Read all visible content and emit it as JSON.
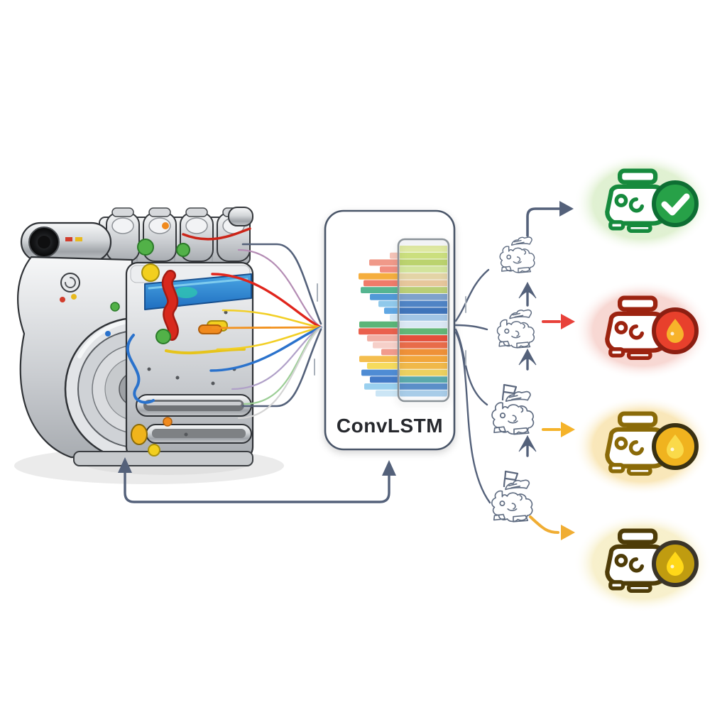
{
  "model_box": {
    "label": "ConvLSTM",
    "border_color": "#4a5568"
  },
  "engine_input": {
    "name": "diesel-engine-illustration",
    "sensor_lines": [
      {
        "color": "#b48cb4",
        "width": 2.2,
        "from": [
          336,
          352
        ]
      },
      {
        "color": "#e0251c",
        "width": 3.4,
        "from": [
          299,
          386
        ]
      },
      {
        "color": "#f2cf25",
        "width": 2.6,
        "from": [
          314,
          437
        ]
      },
      {
        "color": "#f2921e",
        "width": 2.8,
        "from": [
          299,
          462
        ]
      },
      {
        "color": "#f2cf25",
        "width": 2.6,
        "from": [
          306,
          492
        ]
      },
      {
        "color": "#2a72cc",
        "width": 3.4,
        "from": [
          297,
          522
        ]
      },
      {
        "color": "#b0a0c8",
        "width": 2.2,
        "from": [
          327,
          548
        ]
      },
      {
        "color": "#9cce96",
        "width": 2.2,
        "from": [
          344,
          569
        ]
      },
      {
        "color": "#d4d4d4",
        "width": 2.2,
        "from": [
          336,
          589
        ]
      }
    ]
  },
  "pipeline": {
    "connector_color": "#54617a",
    "sequence_steps": 4
  },
  "feature_map": {
    "panel_border": "#8a9298",
    "rows": [
      {
        "outer": null,
        "start": 0,
        "inner": "#dfe9a2"
      },
      {
        "outer": "#f4bdb0",
        "start": 549,
        "inner": "#cbdf7e"
      },
      {
        "outer": "#ef8f7d",
        "start": 520,
        "inner": "#bbd36e"
      },
      {
        "outer": "#f08273",
        "start": 535,
        "inner": "#d2e49c"
      },
      {
        "outer": "#f5a62a",
        "start": 505,
        "inner": "#e3d4a6"
      },
      {
        "outer": "#ee6d5a",
        "start": 512,
        "inner": "#e7c79c"
      },
      {
        "outer": "#43ad86",
        "start": 508,
        "inner": "#bace76"
      },
      {
        "outer": "#3f8fd3",
        "start": 521,
        "inner": "#7fa2cb"
      },
      {
        "outer": "#85c4e9",
        "start": 533,
        "inner": "#5084c5"
      },
      {
        "outer": "#4f9ee0",
        "start": 541,
        "inner": "#3f74ba"
      },
      {
        "outer": "#cfe6f4",
        "start": 549,
        "inner": "#a2c5e5"
      },
      {
        "outer": "#4aae6a",
        "start": 506,
        "inner": "#dbe8f4"
      },
      {
        "outer": "#e84f3a",
        "start": 505,
        "inner": "#63b677"
      },
      {
        "outer": "#f0a89c",
        "start": 517,
        "inner": "#e4503c"
      },
      {
        "outer": "#f6ccc4",
        "start": 525,
        "inner": "#e86c4a"
      },
      {
        "outer": "#f09180",
        "start": 537,
        "inner": "#ef9138"
      },
      {
        "outer": "#f3b83c",
        "start": 506,
        "inner": "#f2a63c"
      },
      {
        "outer": "#f6d84c",
        "start": 517,
        "inner": "#f0b84a"
      },
      {
        "outer": "#3c80d0",
        "start": 509,
        "inner": "#ecd060"
      },
      {
        "outer": "#2f6cc2",
        "start": 521,
        "inner": "#5aa9ac"
      },
      {
        "outer": "#90cbee",
        "start": 513,
        "inner": "#5b8fc8"
      },
      {
        "outer": "#c6e3f4",
        "start": 529,
        "inner": "#a8cce8"
      }
    ]
  },
  "outputs": [
    {
      "state": "healthy-check",
      "halo": "#dff0d0",
      "outline": "#168a3d",
      "badge_fill": "#27a148",
      "badge_ring": "#0e6e33",
      "icon": "check",
      "icon_color": "#ffffff",
      "arrow_color": "#54617a"
    },
    {
      "state": "critical-alert",
      "halo": "#f7d6d1",
      "outline": "#9c2310",
      "badge_fill": "#e8402c",
      "badge_ring": "#8c1f12",
      "icon": "drop",
      "icon_color": "#f7b32b",
      "arrow_color": "#e8413a"
    },
    {
      "state": "oil-warning",
      "halo": "#f9e6b6",
      "outline": "#8a6a08",
      "badge_fill": "#f0b31f",
      "badge_ring": "#3a3112",
      "icon": "drop",
      "icon_color": "#fada4a",
      "arrow_color": "#f5b32a"
    },
    {
      "state": "oil-degraded",
      "halo": "#f7efc9",
      "outline": "#4e3c08",
      "badge_fill": "#c09c10",
      "badge_ring": "#3a3428",
      "icon": "drop",
      "icon_color": "#ffd818",
      "arrow_color": "#f0ad33"
    }
  ],
  "feedback_loop": {
    "color": "#54617a"
  }
}
